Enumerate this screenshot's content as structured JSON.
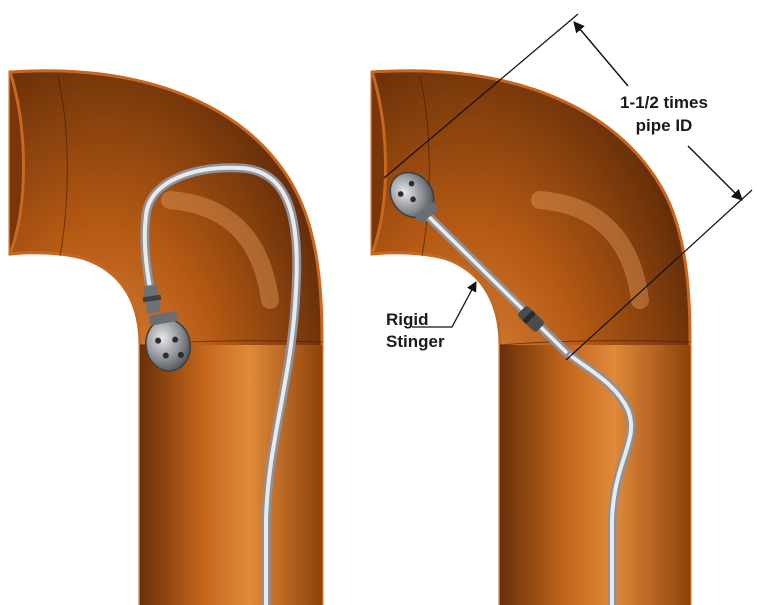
{
  "labels": {
    "dimension_line1": "1-1/2 times",
    "dimension_line2": "pipe ID",
    "callout_line1": "Rigid",
    "callout_line2": "Stinger"
  },
  "colors": {
    "pipe_dark": "#5a2806",
    "pipe_mid": "#a9520f",
    "pipe_light": "#e08a3a",
    "pipe_edge": "#c8681e",
    "cable": "#c9ccd0",
    "nozzle": "#8a8c90"
  }
}
